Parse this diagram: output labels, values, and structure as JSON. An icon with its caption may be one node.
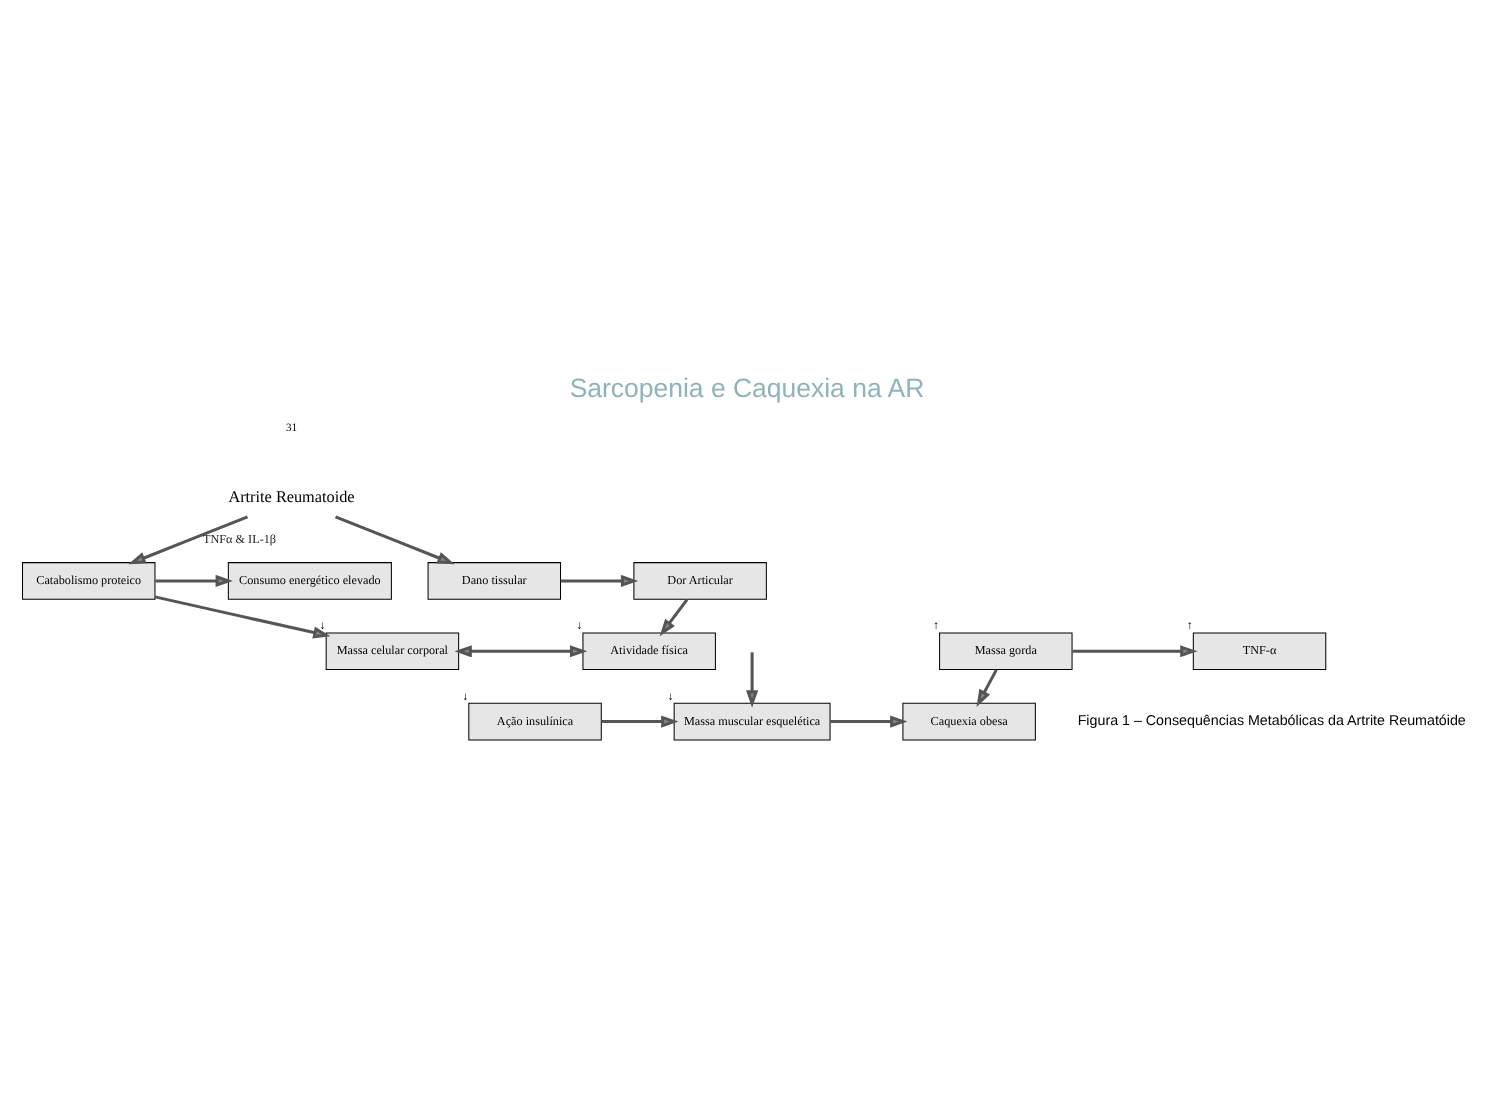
{
  "diagram": {
    "title": "Sarcopenia e Caquexia na AR",
    "caption": "Figura 1 – Consequências Metabólicas da Artrite Reumatóide",
    "nodes": [
      {
        "text": [
          "Artrite Reumatoide"
        ]
      },
      {
        "text": [
          "Catabolismo proteico"
        ]
      },
      {
        "text": [
          "Consumo energético elevado"
        ]
      },
      {
        "text": [
          "Dano tissular"
        ]
      },
      {
        "text": [
          "Dor Articular"
        ]
      },
      {
        "text": [
          "Massa celular corporal"
        ],
        "beside": [
          "↓"
        ]
      },
      {
        "text": [
          "Atividade física"
        ],
        "beside": [
          "↓"
        ]
      },
      {
        "text": [
          "Ação insulínica"
        ],
        "beside": [
          "↓"
        ]
      },
      {
        "text": [
          "Massa muscular esquelética"
        ],
        "beside": [
          "↓"
        ]
      },
      {
        "text": [
          "Caquexia obesa"
        ]
      },
      {
        "text": [
          "TNF-α"
        ],
        "beside": [
          "↑"
        ]
      },
      {
        "text": [
          "Massa gorda"
        ],
        "beside": [
          "↑"
        ]
      }
    ],
    "edges": [
      {
        "from": 0,
        "to": 1,
        "arrow": "to",
        "label": "TNFα & IL-1β"
      },
      {
        "from": 0,
        "to": 3,
        "arrow": "to"
      },
      {
        "from": 1,
        "to": 2,
        "arrow": "to"
      },
      {
        "from": 3,
        "to": 4,
        "arrow": "to"
      },
      {
        "from": 1,
        "to": 5,
        "arrow": "to"
      },
      {
        "from": 4,
        "to": 6,
        "arrow": "to"
      },
      {
        "from": 5,
        "to": 6,
        "arrow": "both"
      },
      {
        "from": null,
        "to": 8,
        "arrow": "to"
      },
      {
        "from": 7,
        "to": 8,
        "arrow": "to"
      },
      {
        "from": 11,
        "to": 10,
        "arrow": "to"
      },
      {
        "from": 8,
        "to": 9,
        "arrow": "to"
      },
      {
        "from": 11,
        "to": 9,
        "arrow": "to"
      }
    ],
    "labels": [
      "31"
    ]
  }
}
